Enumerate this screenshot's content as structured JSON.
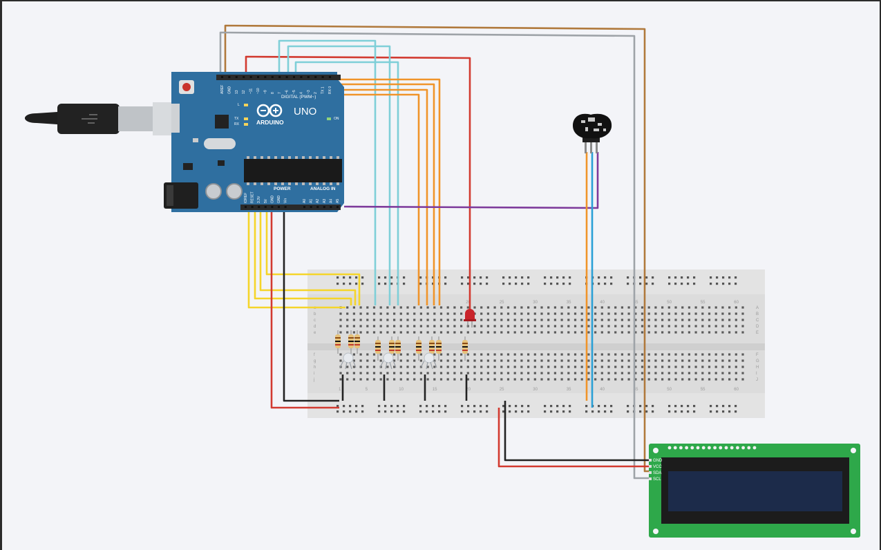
{
  "arduino": {
    "logo": "ARDUINO",
    "model": "UNO",
    "digital_label": "DIGITAL (PWM~)",
    "power_label": "POWER",
    "analog_label": "ANALOG IN",
    "on_label": "ON",
    "tx_label": "TX",
    "rx_label": "RX",
    "l_label": "L",
    "top_pins": [
      "AREF",
      "GND",
      "13",
      "12",
      "~11",
      "~10",
      "~9",
      "8",
      "7",
      "~6",
      "~5",
      "4",
      "~3",
      "2",
      "TX 1",
      "RX 0"
    ],
    "power_pins": [
      "IOREF",
      "RESET",
      "3.3V",
      "5V",
      "GND",
      "GND",
      "Vin"
    ],
    "analog_pins": [
      "A0",
      "A1",
      "A2",
      "A3",
      "A4",
      "A5"
    ]
  },
  "breadboard": {
    "row_labels_left": [
      "a",
      "b",
      "c",
      "d",
      "e",
      "f",
      "g",
      "h",
      "i",
      "j"
    ],
    "row_labels_right": [
      "A",
      "B",
      "C",
      "D",
      "E",
      "F",
      "G",
      "H",
      "I",
      "J"
    ],
    "column_numbers_top": [
      "20",
      "25",
      "30",
      "35",
      "40",
      "45",
      "50",
      "55",
      "60"
    ],
    "column_numbers_bottom": [
      "1",
      "5",
      "10",
      "15",
      "20",
      "25",
      "30",
      "35",
      "40",
      "45",
      "50",
      "55",
      "60"
    ]
  },
  "lcd": {
    "pin_labels": [
      "GND",
      "VCC",
      "SDA",
      "SCL"
    ]
  },
  "colors": {
    "canvas": "#f3f4f8",
    "board_blue": "#2f6fa0",
    "wire_brown": "#b0793c",
    "wire_gray": "#9ea3a8",
    "wire_red": "#d23a30",
    "wire_cyan": "#7fcfd8",
    "wire_orange": "#f0942a",
    "wire_yellow": "#f5d52a",
    "wire_purple": "#7d3a9b",
    "wire_black": "#222222",
    "wire_blue": "#2aa0d6",
    "lcd_green": "#2ea84a",
    "lcd_screen": "#1c2b4a"
  },
  "icons": [
    "usb-plug-icon",
    "reset-button-icon",
    "led-icon",
    "pulse-sensor-icon",
    "resistor-icon",
    "rgb-led-icon"
  ]
}
